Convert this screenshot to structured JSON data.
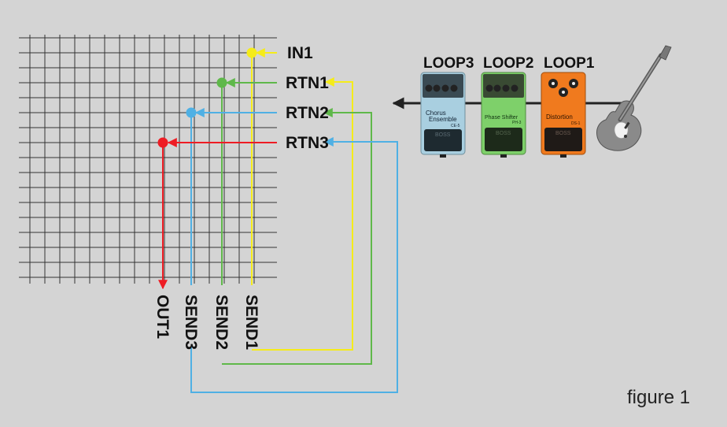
{
  "labels": {
    "in1": "IN1",
    "rtn1": "RTN1",
    "rtn2": "RTN2",
    "rtn3": "RTN3",
    "out1": "OUT1",
    "send3": "SEND3",
    "send2": "SEND2",
    "send1": "SEND1",
    "loop3": "LOOP3",
    "loop2": "LOOP2",
    "loop1": "LOOP1",
    "figure": "figure 1"
  },
  "pedals": {
    "ce5": {
      "name_line1": "Chorus",
      "name_line2": "Ensemble",
      "model": "CE-5",
      "brand": "BOSS",
      "color": "#a9cfe0"
    },
    "ph3": {
      "name": "Phase Shifter",
      "model": "PH-3",
      "brand": "BOSS",
      "color": "#7ed06a"
    },
    "ds1": {
      "name": "Distortion",
      "model": "DS-1",
      "brand": "BOSS",
      "color": "#f07a1e"
    }
  },
  "colors": {
    "yellow": "#f5ec1a",
    "green": "#5fb84a",
    "blue": "#4fb0e4",
    "red": "#ee1c24",
    "grid": "#333333",
    "background": "#d4d4d4"
  }
}
